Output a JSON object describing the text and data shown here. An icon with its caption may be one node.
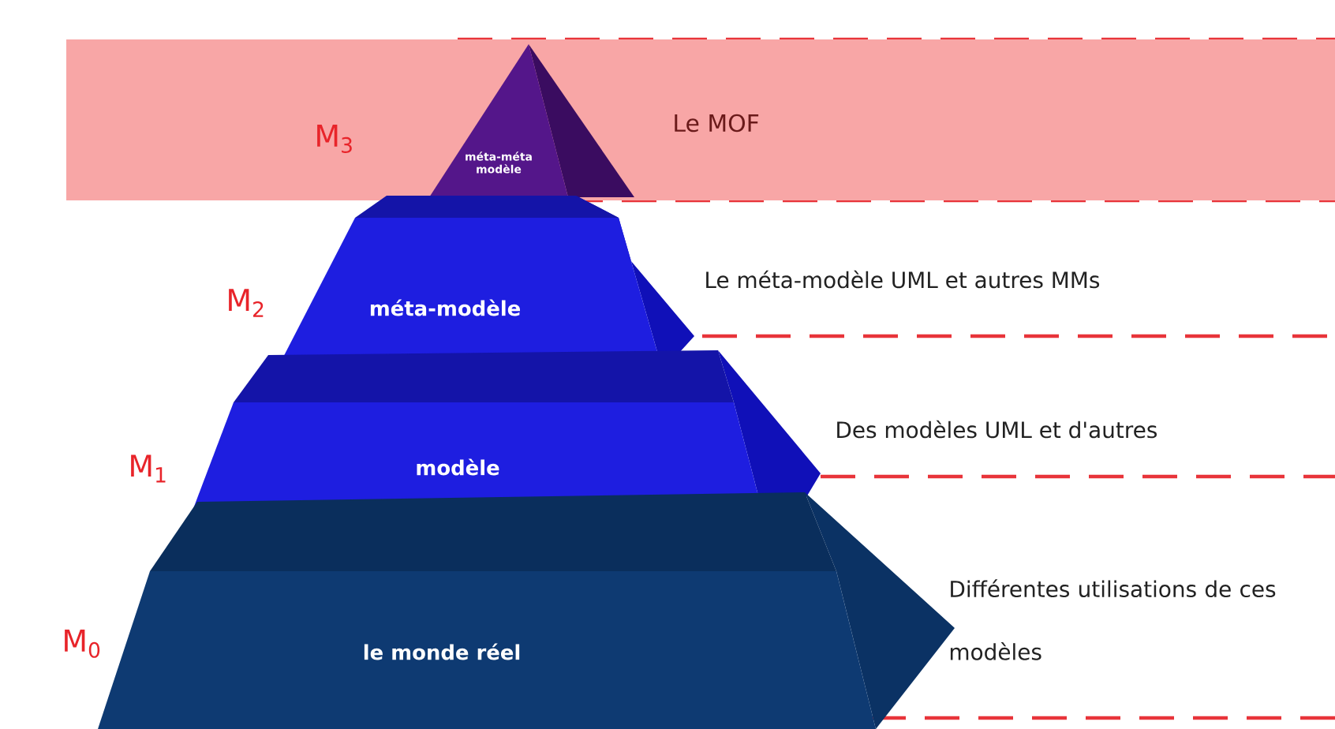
{
  "diagram": {
    "nodes": [
      {
        "text": [
          "Le MOF"
        ]
      },
      {
        "text": [
          "méta-méta modèle"
        ],
        "in": 0
      },
      {
        "text": [
          "méta-modèle"
        ]
      },
      {
        "text": [
          "modèle"
        ]
      },
      {
        "text": [
          "le monde réel"
        ]
      }
    ],
    "labels": [
      "M$_{3}$",
      "M$_{2}$",
      "Le méta-modèle UML et autres MMs",
      "M$_{1}$",
      "Des modèles UML et d'autres",
      "M$_{0}$",
      "Différentes utilisations de ces modèles"
    ]
  }
}
